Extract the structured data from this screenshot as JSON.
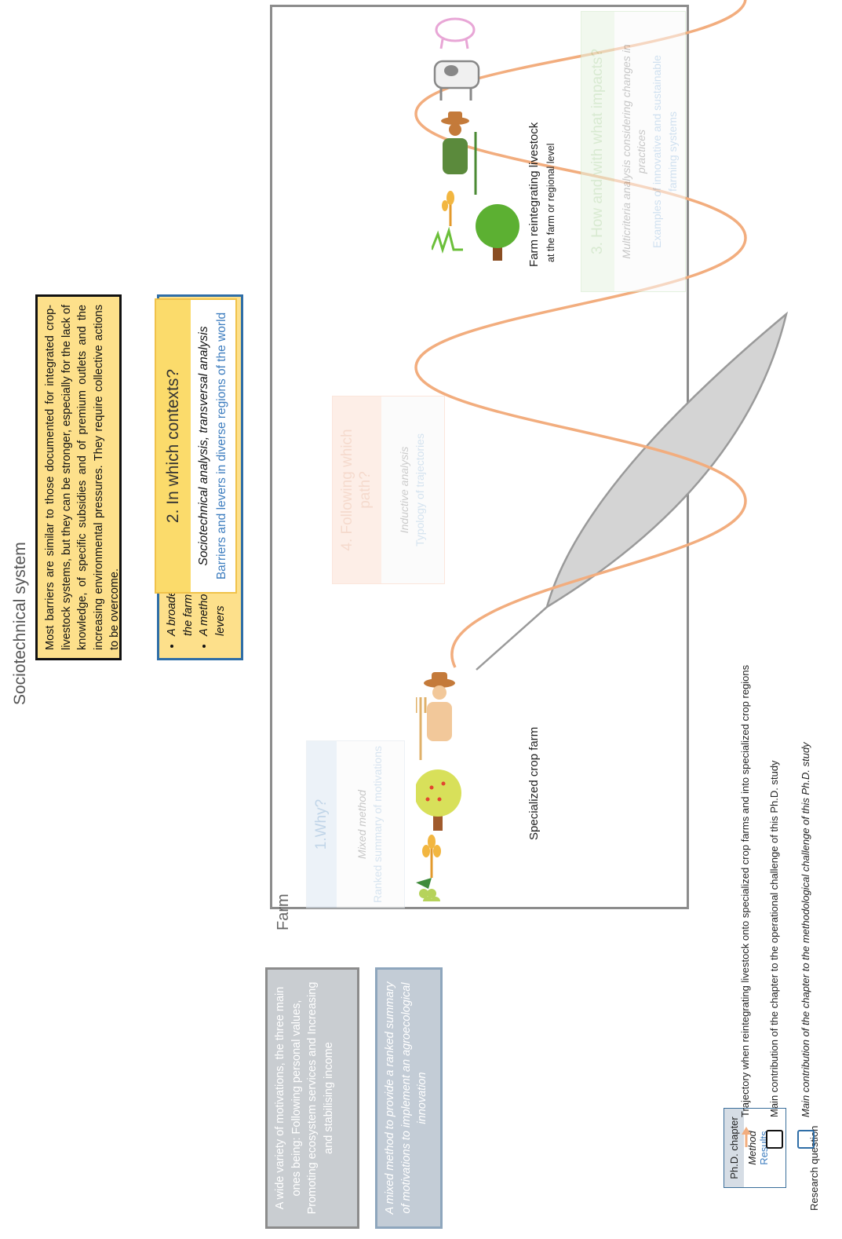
{
  "diagram": {
    "title": "Sociotechnical system",
    "farm_label": "Farm",
    "barriers_text": "Most barriers are similar to those documented for integrated crop-livestock systems, but they can be stronger, especially for the lack of knowledge, of specific subsidies and of premium outlets and the increasing environmental pressures. They require collective actions to be overcome.",
    "framework_items": [
      "A broadening of the framework to consider innovations beyond the farm level",
      "A method to analyse the related sociotechnical barriers and levers"
    ],
    "motivations_text": "A wide variety of motivations, the three main ones being: Following personal values, Promoting ecosystem services and Increasing and stabilising income",
    "mixed_method_text": "A mixed method to provide a ranked summary of motivations to implement an agroecological innovation",
    "questions": [
      {
        "id": "q1",
        "title": "1.Why?",
        "method": "Mixed method",
        "result": "Ranked summary of motivations"
      },
      {
        "id": "q2",
        "title": "2. In which contexts?",
        "method": "Sociotechnical analysis, transversal analysis",
        "result": "Barriers and levers in diverse regions of the world"
      },
      {
        "id": "q3",
        "title": "3. How and with what impacts?",
        "method": "Multicriteria analysis considering changes in practices",
        "result": "Examples of innovative and sustainable farming systems"
      },
      {
        "id": "q4",
        "title": "4. Following which path?",
        "method": "Inductive analysis",
        "result": "Typology of trajectories"
      }
    ],
    "start_label": "Specialized crop farm",
    "end_label_main": "Farm reintegrating livestock",
    "end_label_sub": "at the farm or regional level"
  },
  "legend": {
    "chapter_box": {
      "title": "Ph.D. chapter",
      "method": "Method",
      "results": "Results"
    },
    "research_question_label": "Research question",
    "trajectory": "Trajectory when reintegrating livestock onto specialized crop farms and into specialized crop regions",
    "operational": "Main contribution of the chapter to the operational challenge of this Ph.D. study",
    "methodological": "Main contribution of the chapter to the methodological challenge of this Ph.D. study"
  },
  "colors": {
    "highlight_yellow": "#fde08b",
    "trajectory_orange": "#f2ad7e",
    "blue_accent": "#2f6ea7",
    "question2_header": "#fbdb6b",
    "gray_frame": "#8c8c8c"
  },
  "icons": [
    "farmer-icon",
    "fruit-tree-icon",
    "wheat-icon",
    "grapes-icon",
    "cow-icon",
    "pig-icon",
    "tree-icon",
    "grass-icon",
    "trajectory-arrow-icon"
  ]
}
